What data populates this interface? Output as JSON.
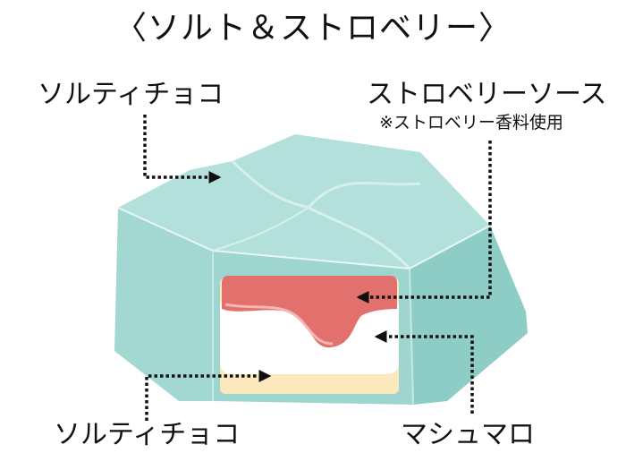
{
  "title": "〈ソルト＆ストロベリー〉",
  "labels": {
    "top_left": "ソルティチョコ",
    "top_right": "ストロベリーソース",
    "top_right_note": "※ストロベリー香料使用",
    "bottom_left": "ソルティチョコ",
    "bottom_right": "マシュマロ"
  },
  "colors": {
    "chocolate_shell": "#a8dbd6",
    "chocolate_shade": "#8ecdc6",
    "strawberry_sauce": "#e2706c",
    "marshmallow": "#ffffff",
    "salty_choco_inner": "#fbe9bd",
    "leader_line": "#111111"
  }
}
